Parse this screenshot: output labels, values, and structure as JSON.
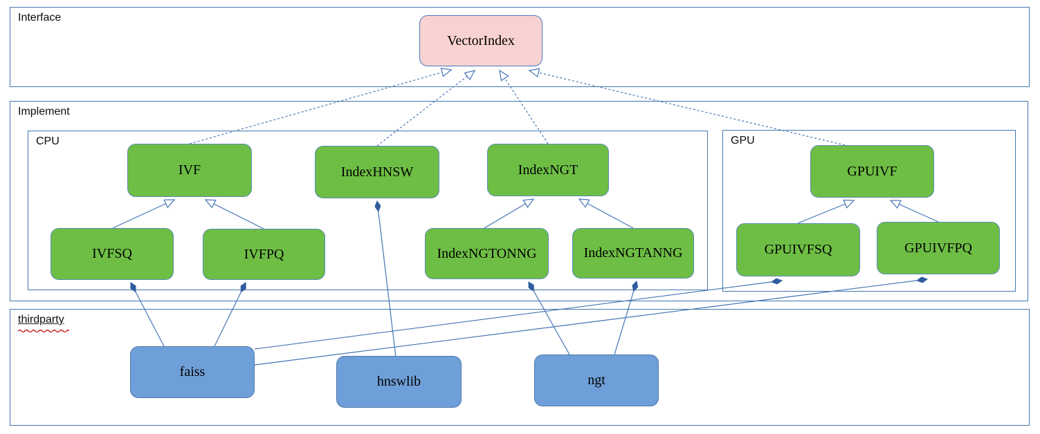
{
  "containers": {
    "interface": {
      "label": "Interface"
    },
    "implement": {
      "label": "Implement"
    },
    "cpu": {
      "label": "CPU"
    },
    "gpu": {
      "label": "GPU"
    },
    "thirdparty": {
      "label": "thirdparty",
      "has_spellcheck_squiggle": true
    }
  },
  "nodes": {
    "vectorindex": {
      "label": "VectorIndex",
      "kind": "interface"
    },
    "ivf": {
      "label": "IVF",
      "kind": "cpu-implementation"
    },
    "indexhnsw": {
      "label": "IndexHNSW",
      "kind": "cpu-implementation"
    },
    "indexngt": {
      "label": "IndexNGT",
      "kind": "cpu-implementation"
    },
    "gpuivf": {
      "label": "GPUIVF",
      "kind": "gpu-implementation"
    },
    "ivfsq": {
      "label": "IVFSQ",
      "kind": "cpu-implementation"
    },
    "ivfpq": {
      "label": "IVFPQ",
      "kind": "cpu-implementation"
    },
    "indexngtonng": {
      "label": "IndexNGTONNG",
      "kind": "cpu-implementation"
    },
    "indexngtanng": {
      "label": "IndexNGTANNG",
      "kind": "cpu-implementation"
    },
    "gpuivfsq": {
      "label": "GPUIVFSQ",
      "kind": "gpu-implementation"
    },
    "gpuivfpq": {
      "label": "GPUIVFPQ",
      "kind": "gpu-implementation"
    },
    "faiss": {
      "label": "faiss",
      "kind": "thirdparty-library"
    },
    "hnswlib": {
      "label": "hnswlib",
      "kind": "thirdparty-library"
    },
    "ngt": {
      "label": "ngt",
      "kind": "thirdparty-library"
    }
  },
  "edges": [
    {
      "from": "ivf",
      "to": "vectorindex",
      "type": "realization-dashed-hollow-arrow"
    },
    {
      "from": "indexhnsw",
      "to": "vectorindex",
      "type": "realization-dashed-hollow-arrow"
    },
    {
      "from": "indexngt",
      "to": "vectorindex",
      "type": "realization-dashed-hollow-arrow"
    },
    {
      "from": "gpuivf",
      "to": "vectorindex",
      "type": "realization-dashed-hollow-arrow"
    },
    {
      "from": "ivfsq",
      "to": "ivf",
      "type": "inheritance-hollow-arrow"
    },
    {
      "from": "ivfpq",
      "to": "ivf",
      "type": "inheritance-hollow-arrow"
    },
    {
      "from": "indexngtonng",
      "to": "indexngt",
      "type": "inheritance-hollow-arrow"
    },
    {
      "from": "indexngtanng",
      "to": "indexngt",
      "type": "inheritance-hollow-arrow"
    },
    {
      "from": "gpuivfsq",
      "to": "gpuivf",
      "type": "inheritance-hollow-arrow"
    },
    {
      "from": "gpuivfpq",
      "to": "gpuivf",
      "type": "inheritance-hollow-arrow"
    },
    {
      "from": "faiss",
      "to": "ivfsq",
      "type": "composition-filled-diamond"
    },
    {
      "from": "faiss",
      "to": "ivfpq",
      "type": "composition-filled-diamond"
    },
    {
      "from": "faiss",
      "to": "gpuivfsq",
      "type": "composition-filled-diamond"
    },
    {
      "from": "faiss",
      "to": "gpuivfpq",
      "type": "composition-filled-diamond"
    },
    {
      "from": "hnswlib",
      "to": "indexhnsw",
      "type": "composition-filled-diamond"
    },
    {
      "from": "ngt",
      "to": "indexngtonng",
      "type": "composition-filled-diamond"
    },
    {
      "from": "ngt",
      "to": "indexngtanng",
      "type": "composition-filled-diamond"
    }
  ],
  "colors": {
    "interface_node_fill": "#f8d2d0",
    "implementation_node_fill": "#6ebe45",
    "thirdparty_node_fill": "#6f9fd8",
    "container_border": "#4176ac",
    "edge_line": "#4474b4",
    "diamond_fill": "#2f5b9e",
    "spellcheck_squiggle": "#c00000",
    "text": "#000000"
  }
}
